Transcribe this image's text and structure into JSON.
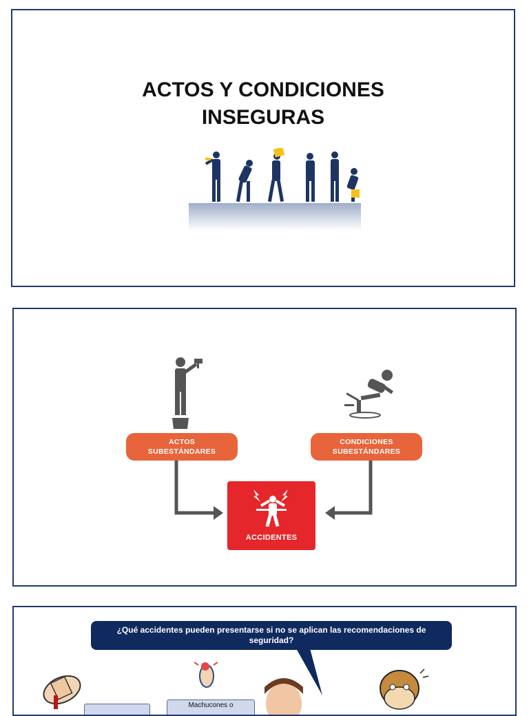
{
  "slide1": {
    "title_line1": "ACTOS Y CONDICIONES",
    "title_line2": "INSEGURAS"
  },
  "slide2": {
    "actos_line1": "ACTOS",
    "actos_line2": "SUBESTÁNDARES",
    "condiciones_line1": "CONDICIONES",
    "condiciones_line2": "SUBESTÁNDARES",
    "accidentes": "ACCIDENTES",
    "colors": {
      "orange": "#e8643a",
      "red": "#e5262a",
      "arrow": "#555555"
    }
  },
  "slide3": {
    "question_line1": "¿Qué accidentes pueden presentarse si no se aplican las recomendaciones de",
    "question_line2": "seguridad?",
    "label_machucones": "Machucones o"
  },
  "colors": {
    "border": "#1f3a6e",
    "bubble": "#0f2a5e"
  }
}
